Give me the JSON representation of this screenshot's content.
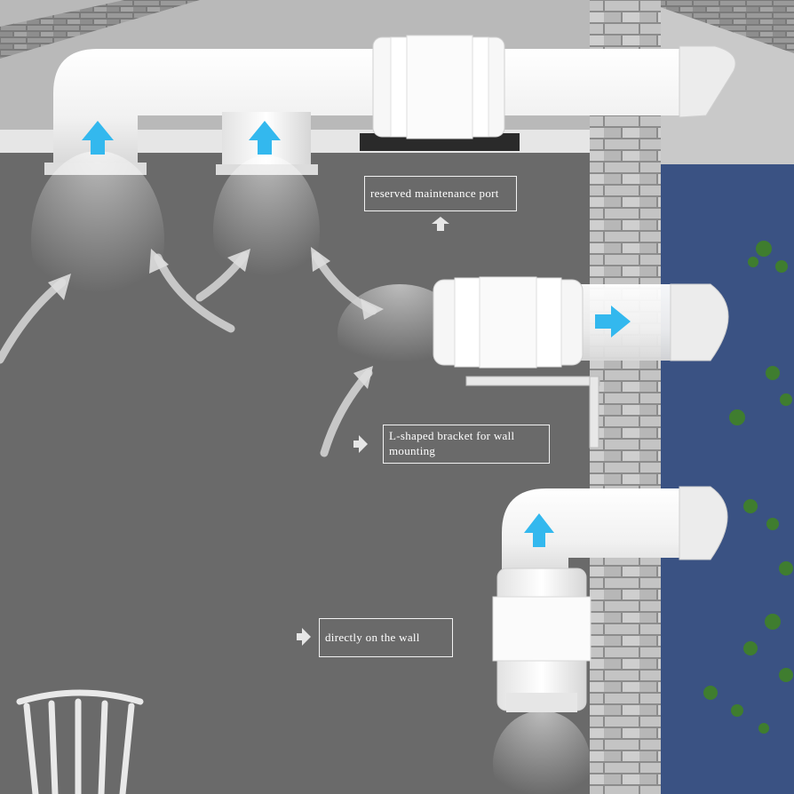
{
  "labels": {
    "maintenance_port": "reserved maintenance port",
    "bracket": "L-shaped bracket for wall mounting",
    "wall": "directly on the wall"
  },
  "icons": [
    "airflow-up-arrow-icon",
    "airflow-right-arrow-icon",
    "pointer-arrow-icon",
    "airflow-swirl-arrow-icon"
  ],
  "colors": {
    "ceiling_wall": "#6b6b6b",
    "duct": "#f4f4f4",
    "brick": "#bdbdbd",
    "outside": "#3a5283",
    "airflow_arrow": "#33b8ee",
    "label_border": "#f2f2f2"
  }
}
